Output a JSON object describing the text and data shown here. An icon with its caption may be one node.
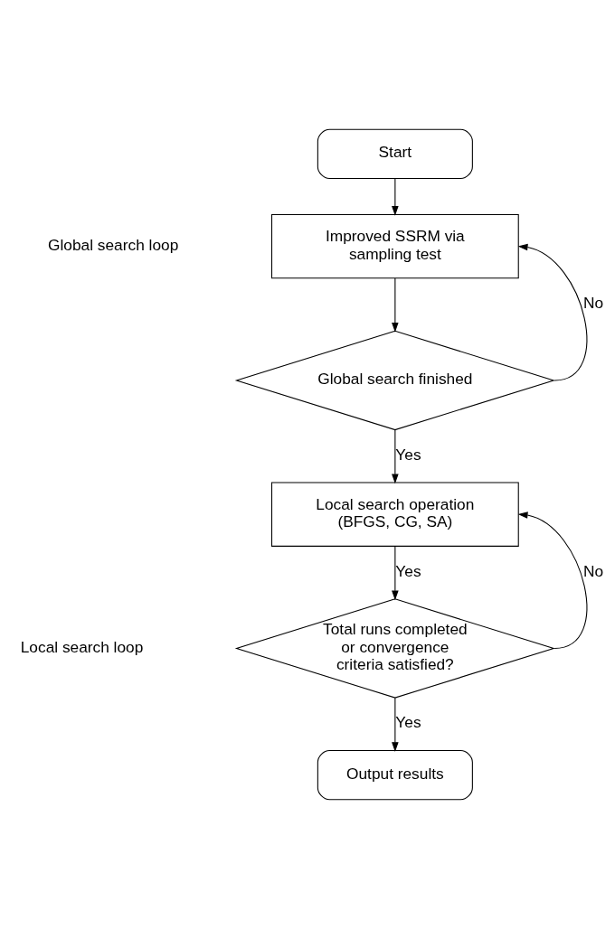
{
  "diagram": {
    "nodes": [
      {
        "text": [
          "Start"
        ]
      },
      {
        "text": [
          "Improved SSRM via sampling test"
        ]
      },
      {
        "text": [
          "Global search finished"
        ]
      },
      {
        "text": [
          "Local search operation (BFGS, CG, SA)"
        ]
      },
      {
        "text": [
          "Total runs completed or convergence criteria satisfied?"
        ]
      },
      {
        "text": [
          "Output results"
        ]
      }
    ],
    "edges": [
      {
        "from": 0,
        "to": 1,
        "arrow": "to"
      },
      {
        "from": 1,
        "to": 2,
        "arrow": "to"
      },
      {
        "from": 2,
        "to": 1,
        "arrow": "to",
        "label": "No"
      },
      {
        "from": 2,
        "to": 3,
        "arrow": "to",
        "label": "Yes"
      },
      {
        "from": 3,
        "to": 4,
        "arrow": "to",
        "label": "Yes"
      },
      {
        "from": 4,
        "to": 3,
        "arrow": "to",
        "label": "No"
      },
      {
        "from": 4,
        "to": 5,
        "arrow": "to",
        "label": "Yes"
      }
    ],
    "labels": [
      "Global search loop",
      "Local search loop"
    ]
  }
}
